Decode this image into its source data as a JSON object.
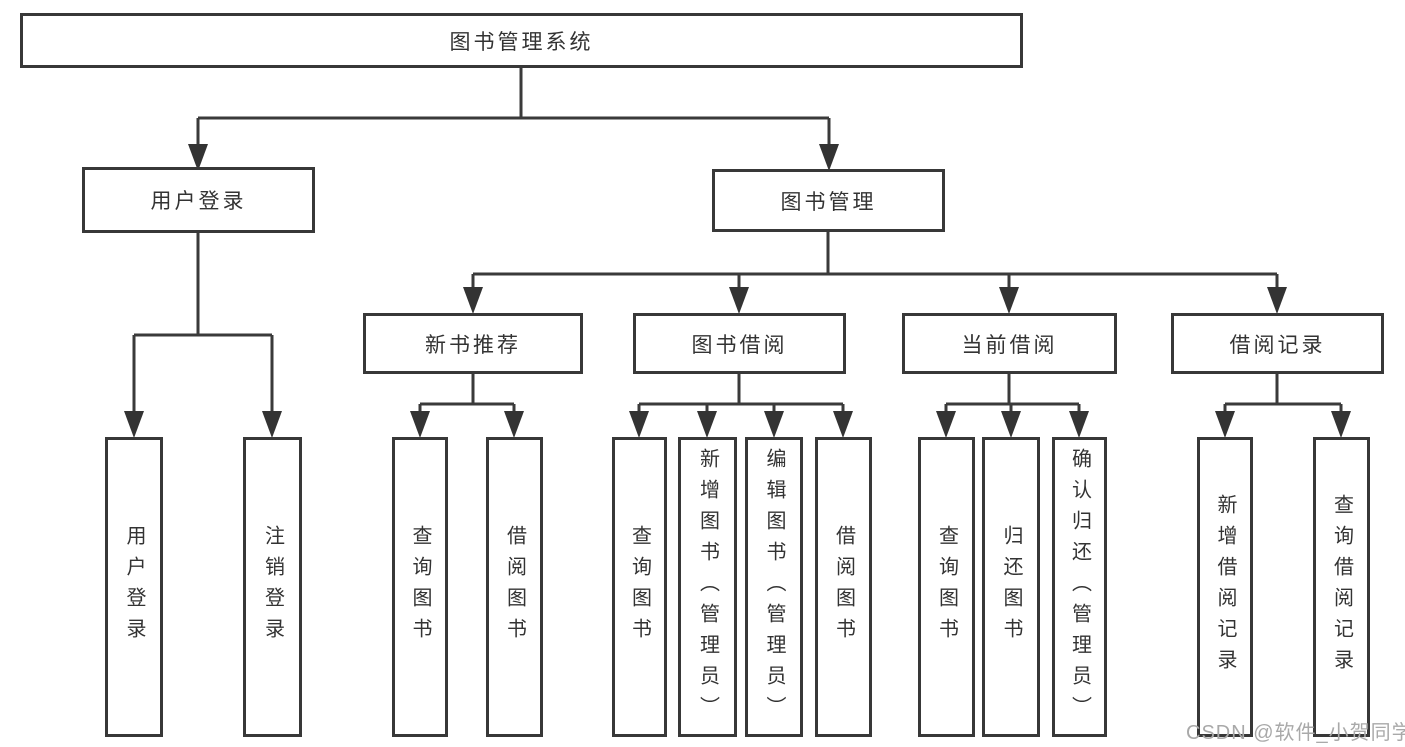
{
  "diagram": {
    "type": "hierarchy-tree",
    "tree": {
      "label": "图书管理系统",
      "children": [
        {
          "label": "用户登录",
          "children": [
            {
              "label": "用户登录"
            },
            {
              "label": "注销登录"
            }
          ]
        },
        {
          "label": "图书管理",
          "children": [
            {
              "label": "新书推荐",
              "children": [
                {
                  "label": "查询图书"
                },
                {
                  "label": "借阅图书"
                }
              ]
            },
            {
              "label": "图书借阅",
              "children": [
                {
                  "label": "查询图书"
                },
                {
                  "label": "新增图书（管理员）"
                },
                {
                  "label": "编辑图书（管理员）"
                },
                {
                  "label": "借阅图书"
                }
              ]
            },
            {
              "label": "当前借阅",
              "children": [
                {
                  "label": "查询图书"
                },
                {
                  "label": "归还图书"
                },
                {
                  "label": "确认归还（管理员）"
                }
              ]
            },
            {
              "label": "借阅记录",
              "children": [
                {
                  "label": "新增借阅记录"
                },
                {
                  "label": "查询借阅记录"
                }
              ]
            }
          ]
        }
      ]
    },
    "colors": {
      "line": "#3a3a3a",
      "box_border": "#383838",
      "box_fill": "#ffffff",
      "text": "#333333",
      "background": "#ffffff"
    }
  },
  "watermark": {
    "text": "CSDN @软件_小贺同学",
    "color": "#a9a9a9"
  }
}
